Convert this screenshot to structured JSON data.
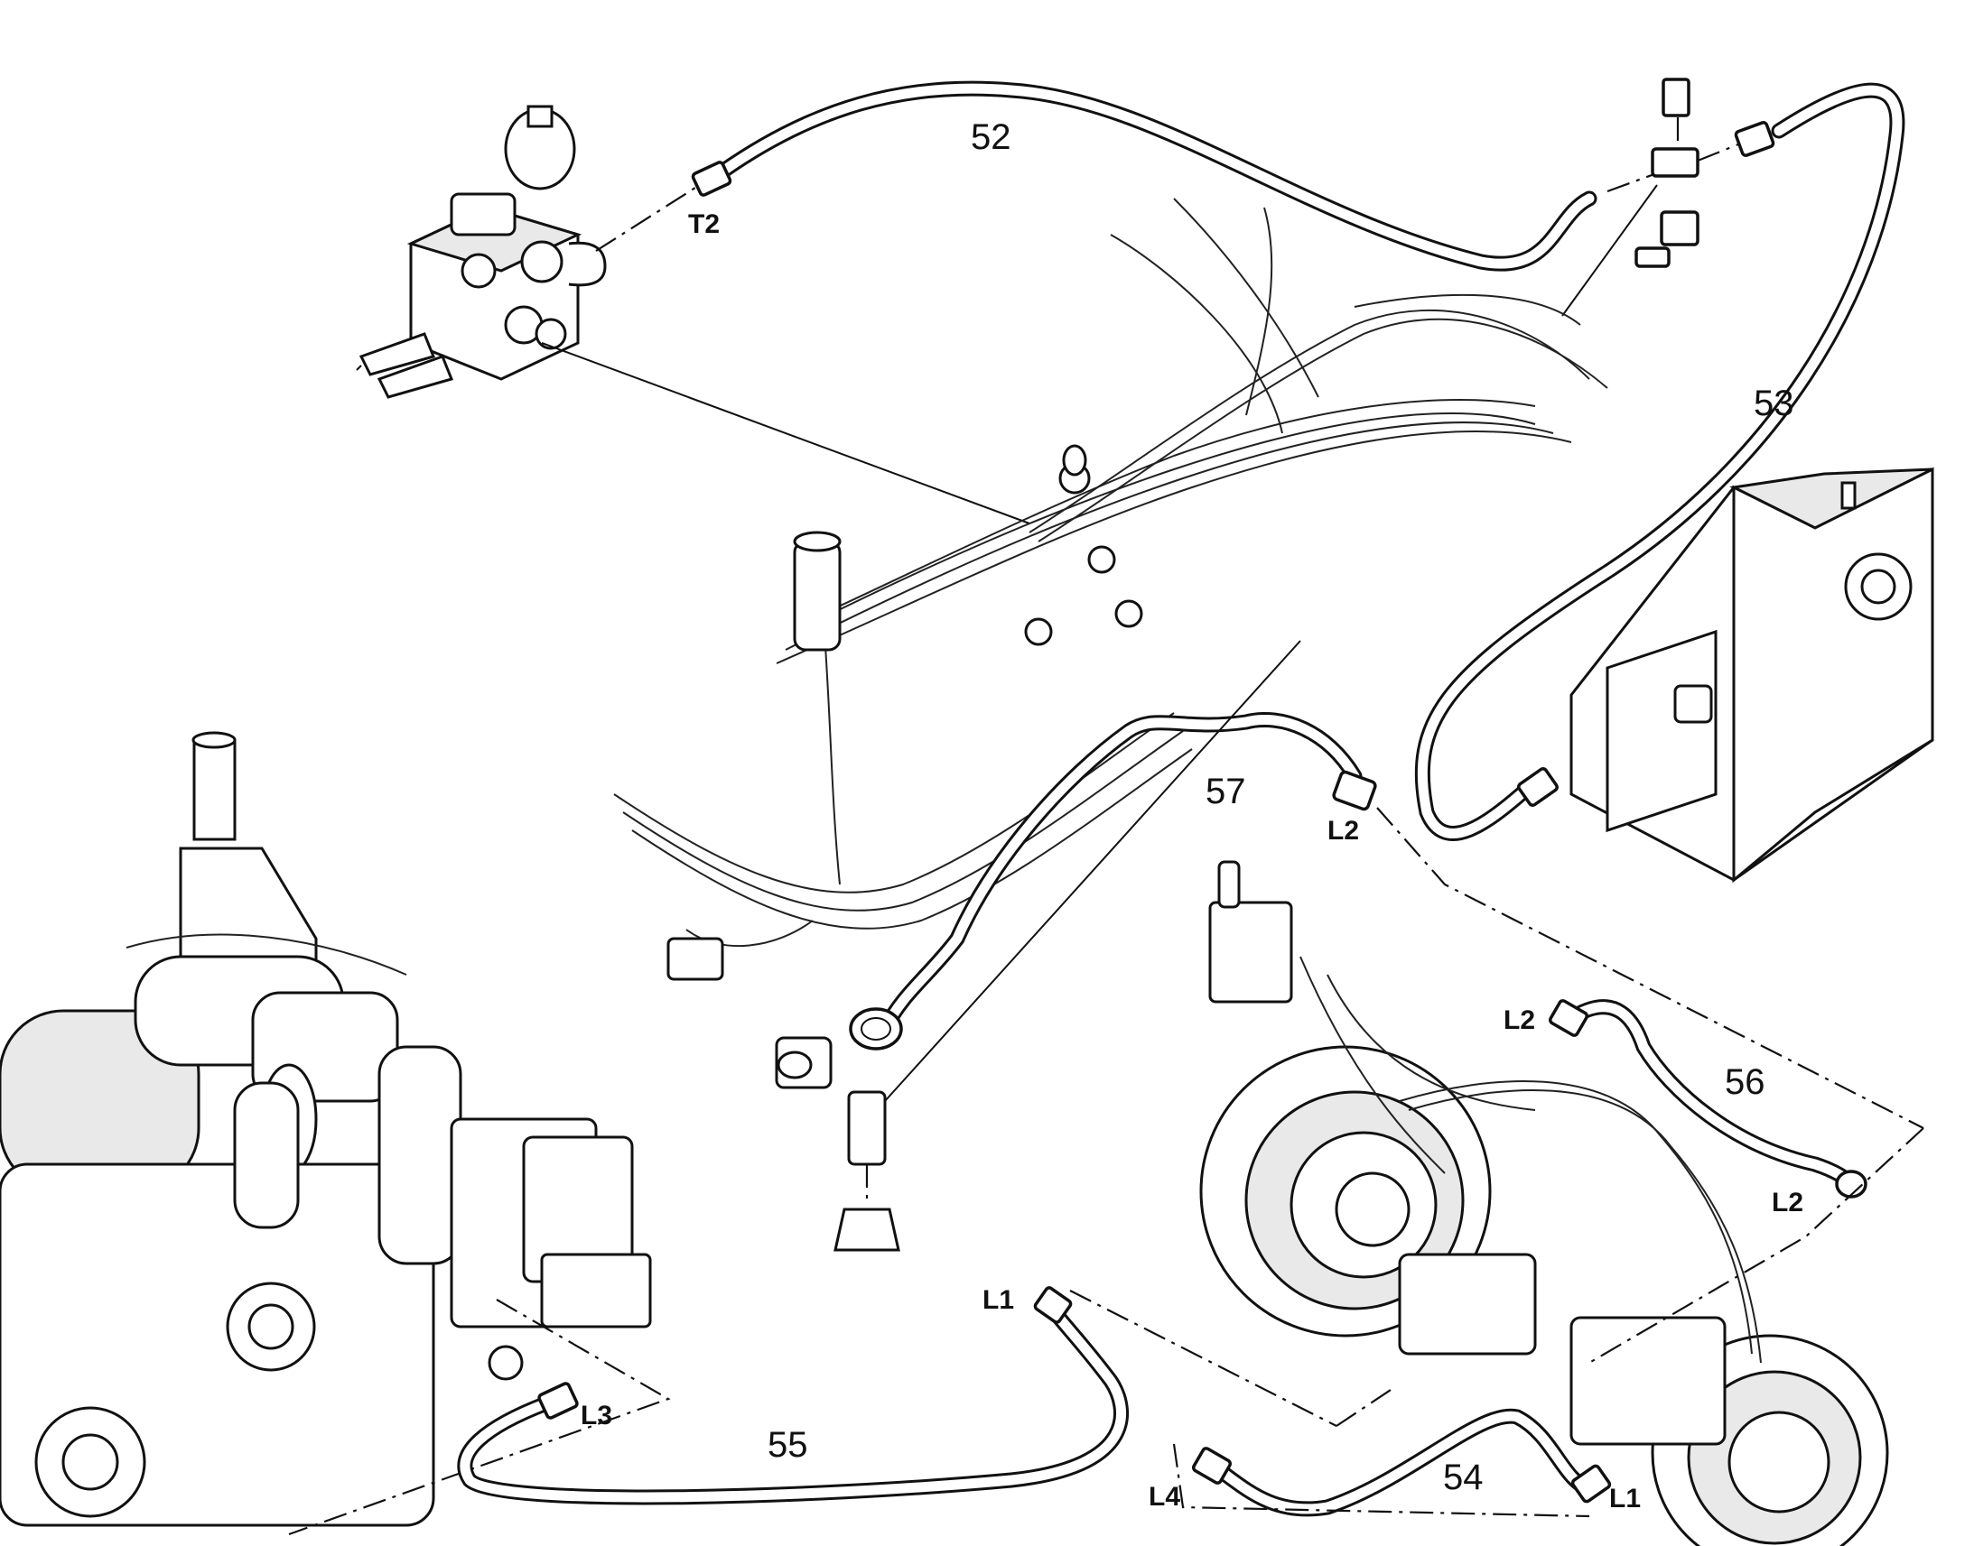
{
  "callouts": {
    "c52": "52",
    "c53": "53",
    "c54": "54",
    "c55": "55",
    "c56": "56",
    "c57": "57"
  },
  "ports": {
    "t2": "T2",
    "l2_upper": "L2",
    "l2_mid": "L2",
    "l2_right": "L2",
    "l1_left": "L1",
    "l1_right": "L1",
    "l3": "L3",
    "l4": "L4"
  }
}
